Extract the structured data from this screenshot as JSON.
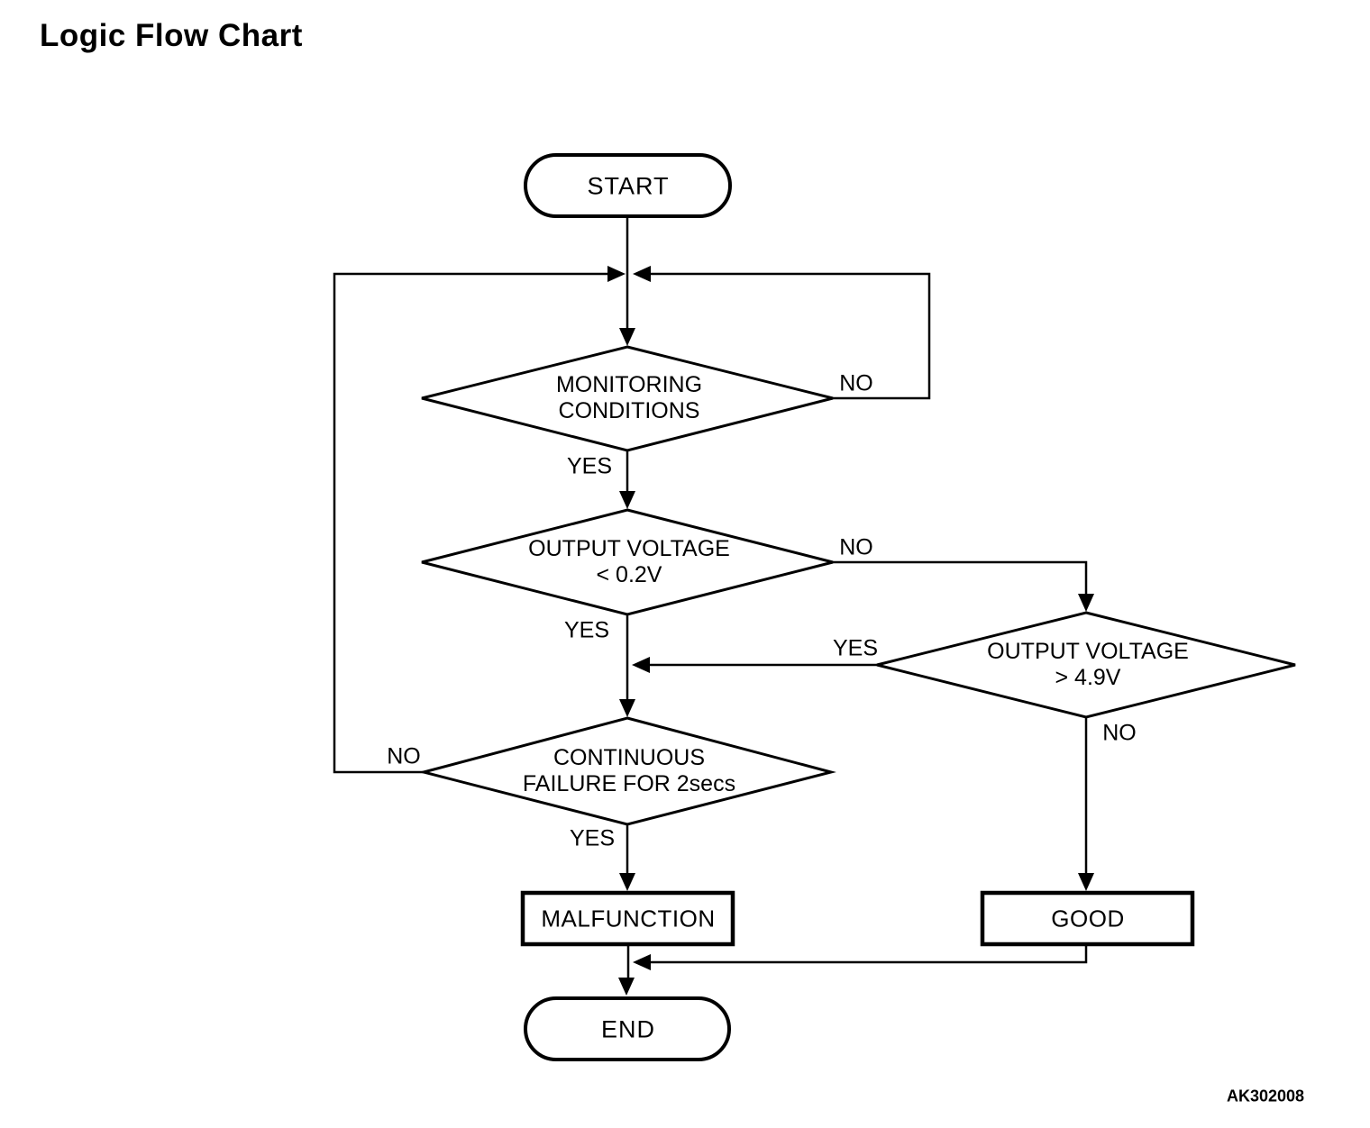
{
  "page": {
    "title": "Logic Flow Chart",
    "figure_code": "AK302008"
  },
  "flowchart": {
    "nodes": {
      "start": {
        "type": "terminator",
        "label": "START"
      },
      "monitoring": {
        "type": "decision",
        "line1": "MONITORING",
        "line2": "CONDITIONS"
      },
      "output_low": {
        "type": "decision",
        "line1": "OUTPUT VOLTAGE",
        "line2": "< 0.2V"
      },
      "output_high": {
        "type": "decision",
        "line1": "OUTPUT VOLTAGE",
        "line2": "> 4.9V"
      },
      "continuous": {
        "type": "decision",
        "line1": "CONTINUOUS",
        "line2": "FAILURE FOR 2secs"
      },
      "malfunction": {
        "type": "process",
        "label": "MALFUNCTION"
      },
      "good": {
        "type": "process",
        "label": "GOOD"
      },
      "end": {
        "type": "terminator",
        "label": "END"
      }
    },
    "edge_labels": {
      "monitoring_no": "NO",
      "monitoring_yes": "YES",
      "output_low_no": "NO",
      "output_low_yes": "YES",
      "output_high_yes": "YES",
      "output_high_no": "NO",
      "continuous_no": "NO",
      "continuous_yes": "YES"
    },
    "colors": {
      "stroke": "#000000",
      "background": "#ffffff",
      "text": "#000000"
    }
  }
}
